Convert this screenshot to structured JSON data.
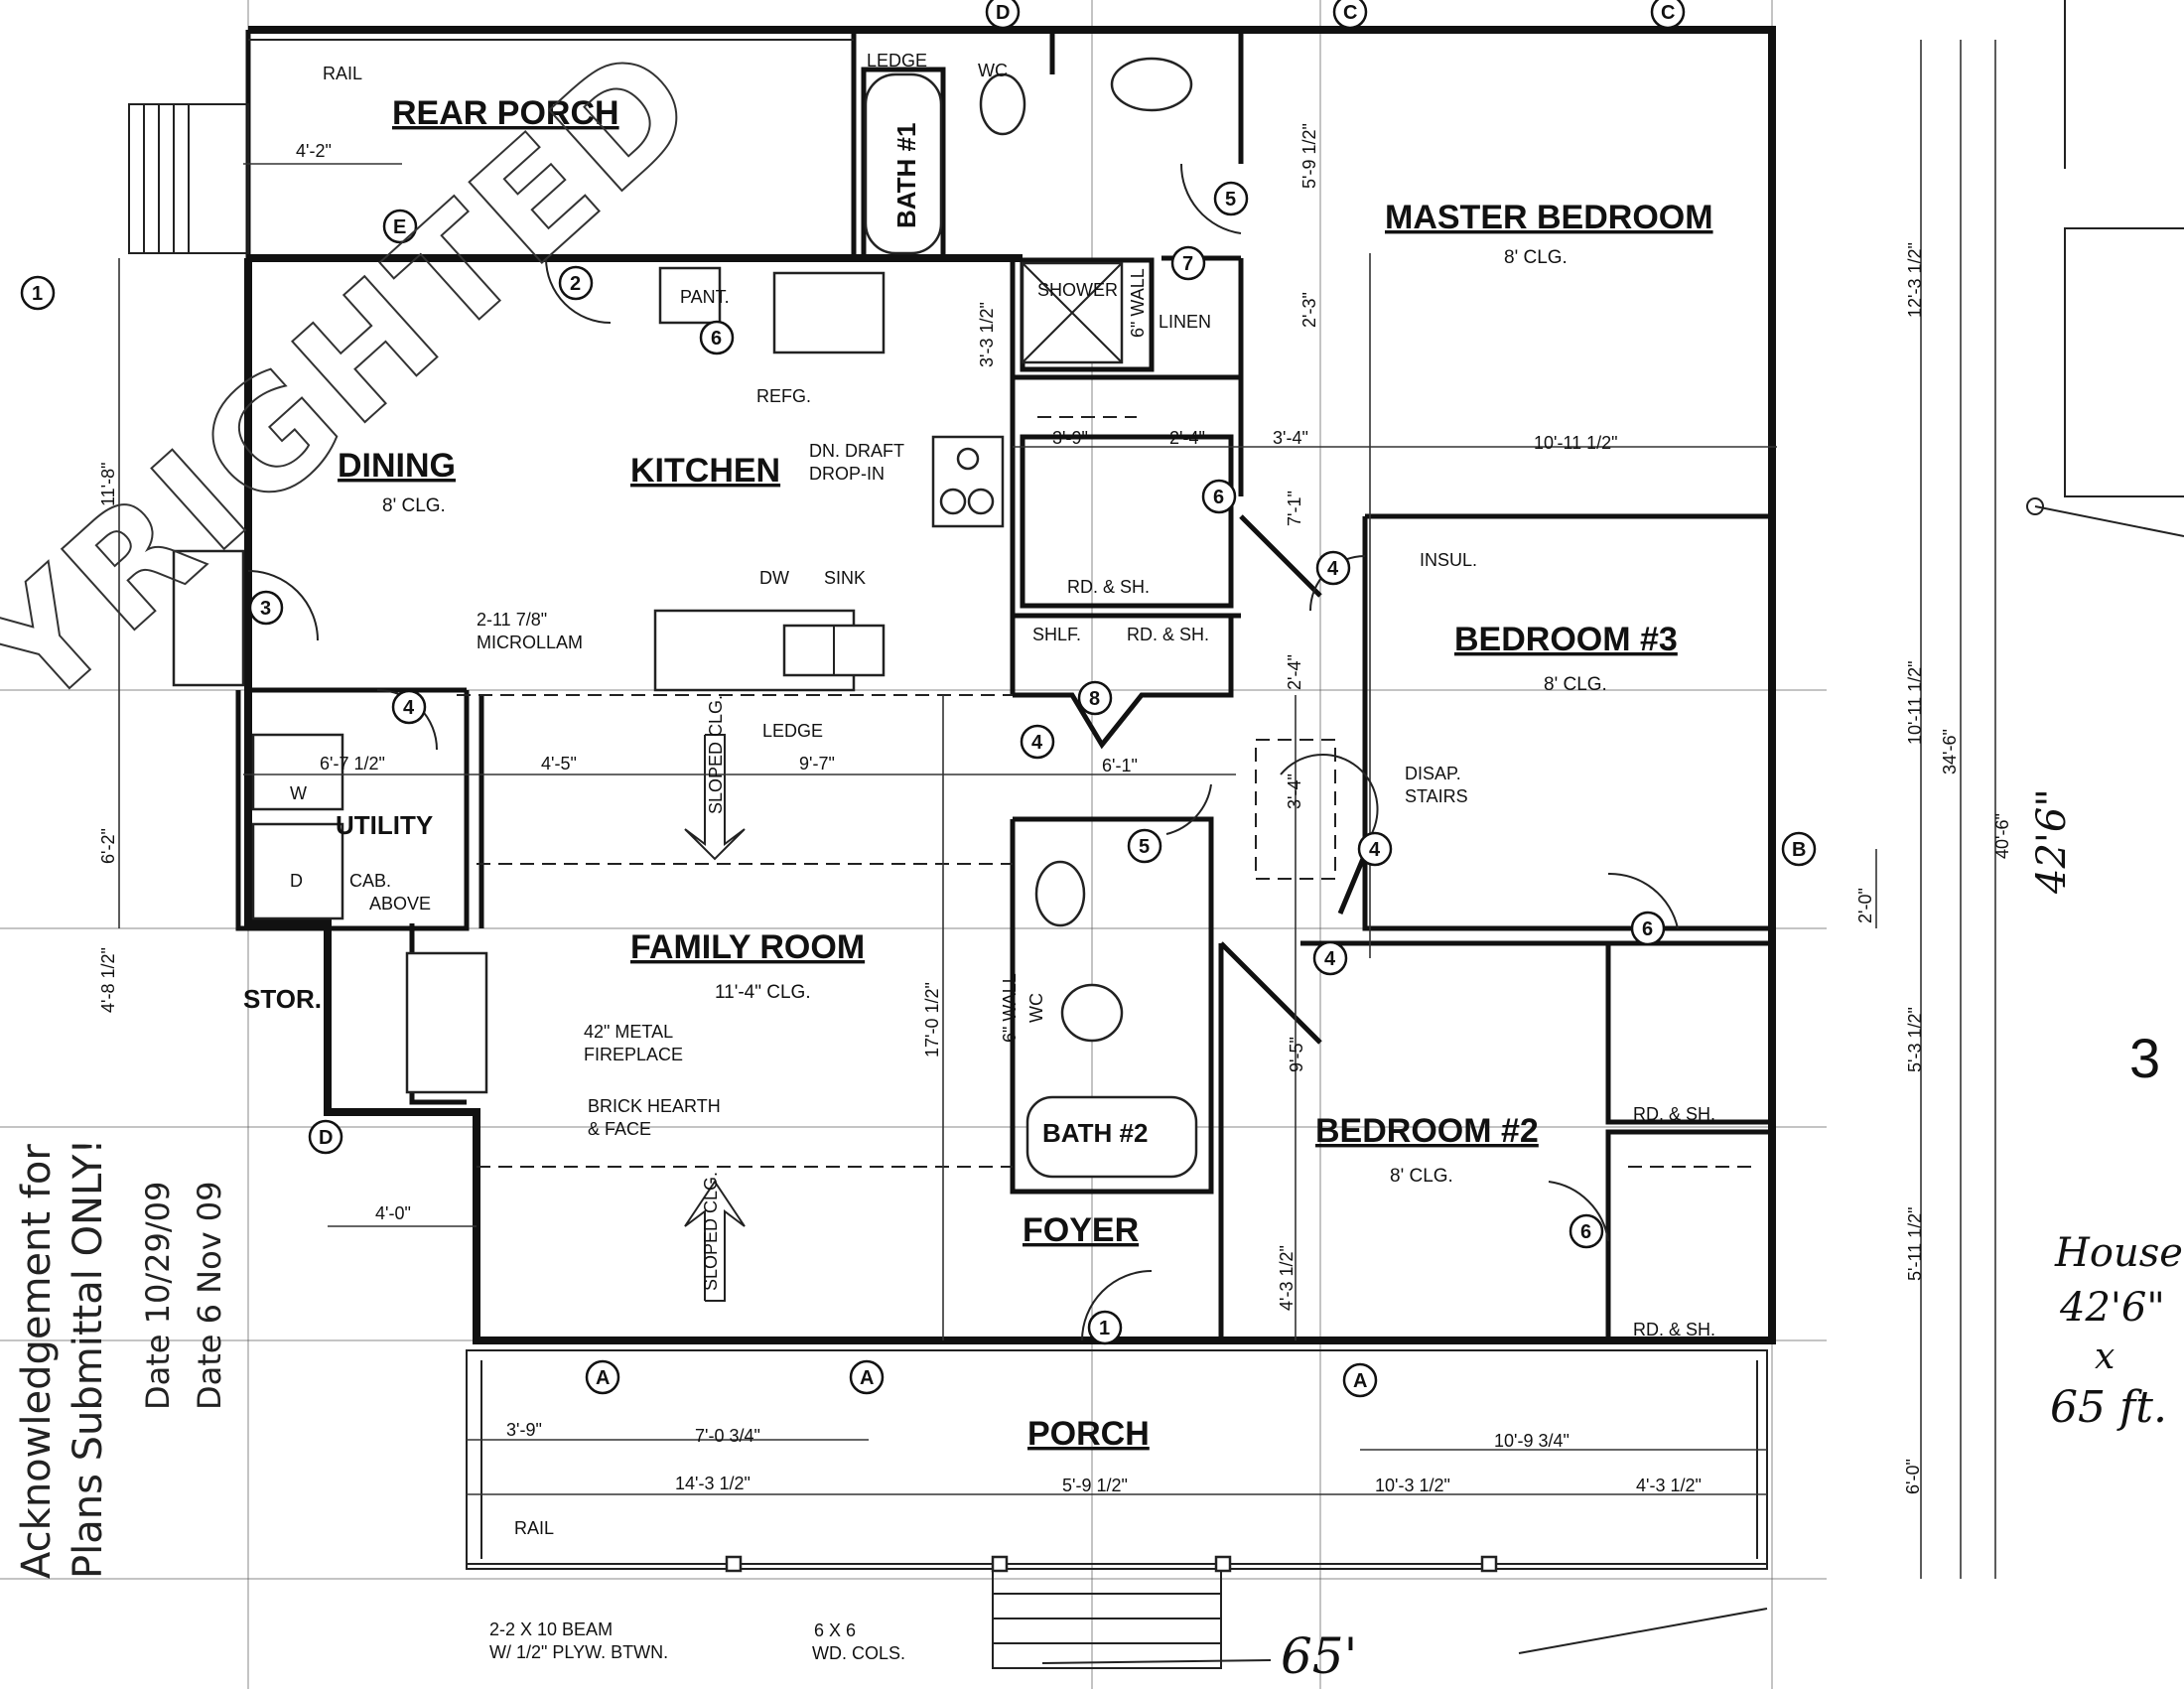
{
  "rooms": {
    "rear_porch": "REAR PORCH",
    "bath1": "BATH #1",
    "master": "MASTER BEDROOM",
    "master_clg": "8' CLG.",
    "dining": "DINING",
    "dining_clg": "8' CLG.",
    "kitchen": "KITCHEN",
    "bedroom3": "BEDROOM #3",
    "bedroom3_clg": "8' CLG.",
    "utility": "UTILITY",
    "stor": "STOR.",
    "family": "FAMILY ROOM",
    "family_clg": "11'-4\" CLG.",
    "bath2": "BATH #2",
    "bedroom2": "BEDROOM #2",
    "bedroom2_clg": "8' CLG.",
    "foyer": "FOYER",
    "porch": "PORCH"
  },
  "labels": {
    "rail_top": "RAIL",
    "rail_bottom": "RAIL",
    "ledge_top": "LEDGE",
    "wc_top": "WC",
    "shower": "SHOWER",
    "wall6_top": "6\" WALL",
    "linen": "LINEN",
    "pant": "PANT.",
    "refg": "REFG.",
    "downdraft_1": "DN. DRAFT",
    "downdraft_2": "DROP-IN",
    "dw": "DW",
    "sink": "SINK",
    "microllam_1": "2-11 7/8\"",
    "microllam_2": "MICROLLAM",
    "ledge_kitchen": "LEDGE",
    "rd_sh_1": "RD. & SH.",
    "shlf": "SHLF.",
    "rd_sh_2": "RD. & SH.",
    "insul": "INSUL.",
    "disap_1": "DISAP.",
    "disap_2": "STAIRS",
    "w": "W",
    "d": "D",
    "cab_1": "CAB.",
    "cab_2": "ABOVE",
    "sloped_top": "SLOPED CLG.",
    "sloped_bottom": "SLOPED CLG.",
    "fireplace_1": "42\" METAL",
    "fireplace_2": "FIREPLACE",
    "hearth_1": "BRICK HEARTH",
    "hearth_2": "& FACE",
    "wall6_bath2": "6\" WALL",
    "wc_bath2": "WC",
    "rd_sh_3": "RD. & SH.",
    "rd_sh_4": "RD. & SH.",
    "beam_1": "2-2 X 10 BEAM",
    "beam_2": "W/ 1/2\" PLYW. BTWN.",
    "cols_1": "6 X 6",
    "cols_2": "WD. COLS."
  },
  "dimensions": {
    "d_4_2": "4'-2\"",
    "d_11_8": "11'-8\"",
    "d_5_9h": "5'-9 1/2\"",
    "d_2_3": "2'-3\"",
    "d_3_3": "3'-3 1/2\"",
    "d_3_9a": "3'-9\"",
    "d_2_4a": "2'-4\"",
    "d_3_4a": "3'-4\"",
    "d_10_11a": "10'-11 1/2\"",
    "d_7_1": "7'-1\"",
    "d_12_3": "12'-3 1/2\"",
    "d_2_4b": "2'-4\"",
    "d_6_7": "6'-7 1/2\"",
    "d_4_5": "4'-5\"",
    "d_9_7": "9'-7\"",
    "d_6_1": "6'-1\"",
    "d_3_4b": "3'-4\"",
    "d_10_11b": "10'-11 1/2\"",
    "d_34_6": "34'-6\"",
    "d_40_6": "40'-6\"",
    "d_6_2": "6'-2\"",
    "d_2_0": "2'-0\"",
    "d_4_8": "4'-8 1/2\"",
    "d_17_0": "17'-0 1/2\"",
    "d_9_5": "9'-5\"",
    "d_5_3": "5'-3 1/2\"",
    "d_4_0": "4'-0\"",
    "d_4_3v": "4'-3 1/2\"",
    "d_5_11": "5'-11 1/2\"",
    "d_3_9b": "3'-9\"",
    "d_7_0": "7'-0 3/4\"",
    "d_10_9": "10'-9 3/4\"",
    "d_6_0": "6'-0\"",
    "d_14_3": "14'-3 1/2\"",
    "d_5_9b": "5'-9 1/2\"",
    "d_10_3": "10'-3 1/2\"",
    "d_4_3b": "4'-3 1/2\""
  },
  "tags": {
    "top_d": "D",
    "top_c1": "C",
    "top_c2": "C",
    "e": "E",
    "one_left": "1",
    "two": "2",
    "three": "3",
    "four_util": "4",
    "five_master": "5",
    "six_pant": "6",
    "seven": "7",
    "six_hall": "6",
    "four_b3a": "4",
    "eight": "8",
    "four_hall": "4",
    "five_bath2": "5",
    "four_stair": "4",
    "four_b2": "4",
    "six_b3": "6",
    "b": "B",
    "d_left": "D",
    "six_b2": "6",
    "one_foyer": "1",
    "a1": "A",
    "a2": "A",
    "a3": "A"
  },
  "stamps": {
    "vertical_1": "Acknowledgement for",
    "vertical_2": "Plans Submittal ONLY!",
    "vertical_3": "Date 10/29/09",
    "vertical_4": "Date 6 Nov 09",
    "watermark": "YRIGHTED"
  },
  "handwriting": {
    "page_number": "3",
    "house_1": "House",
    "house_2": "42'6\"",
    "house_3": "x",
    "house_4": "65 ft.",
    "length": "65'",
    "side_dim": "42'6\""
  }
}
